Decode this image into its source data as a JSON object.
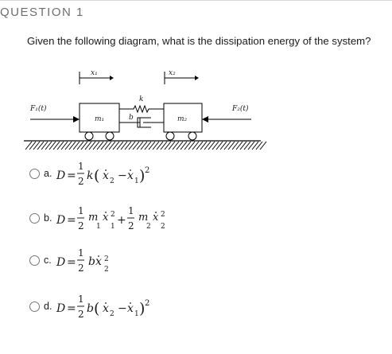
{
  "question": {
    "label": "QUESTION 1",
    "text": "Given the following diagram, what is the dissipation energy of the system?"
  },
  "diagram": {
    "x1_label": "x₁",
    "x2_label": "x₂",
    "force1_label": "F₁(t)",
    "force2_label": "F₂(t)",
    "mass1_label": "m₁",
    "mass2_label": "m₂",
    "spring_label": "k",
    "damper_label": "b"
  },
  "options": [
    {
      "letter": "a.",
      "formula": "D = 1/2 k (ẋ₂ − ẋ₁)²"
    },
    {
      "letter": "b.",
      "formula": "D = 1/2 m₁ ẋ₁² + 1/2 m₂ ẋ₂²"
    },
    {
      "letter": "c.",
      "formula": "D = 1/2 b ẋ₂²"
    },
    {
      "letter": "d.",
      "formula": "D = 1/2 b (ẋ₂ − ẋ₁)²"
    }
  ]
}
